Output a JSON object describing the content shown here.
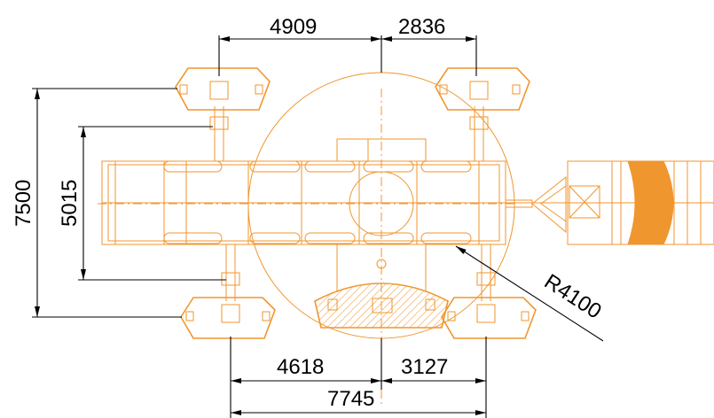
{
  "drawing": {
    "colors": {
      "machine": "#f0962e",
      "dimension": "#000000",
      "background": "#ffffff"
    },
    "dimensions": {
      "top_left_span": "4909",
      "top_right_span": "2836",
      "overall_length": "7500",
      "inner_length": "5015",
      "bottom_left_span": "4618",
      "bottom_right_span": "3127",
      "overall_width": "7745",
      "swing_radius": "R4100"
    }
  }
}
